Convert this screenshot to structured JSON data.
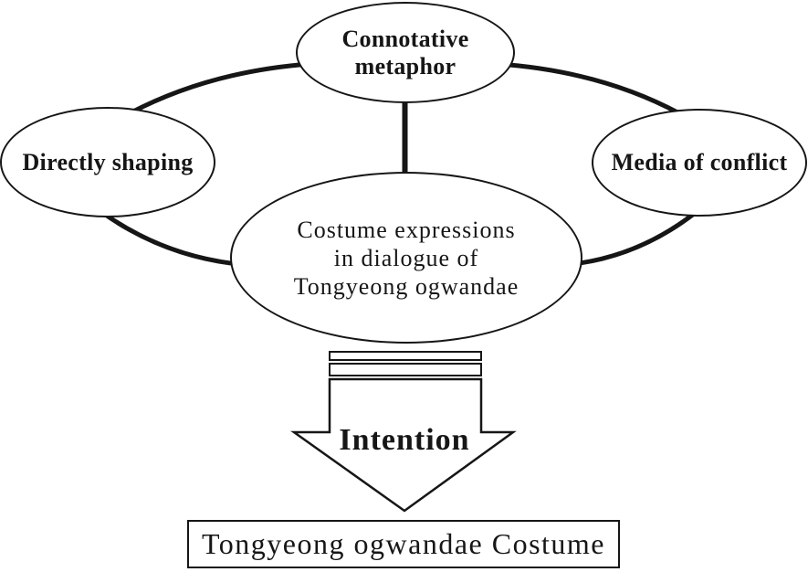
{
  "diagram": {
    "type": "concept-flow-diagram",
    "colors": {
      "ink": "#161616",
      "background": "#ffffff"
    },
    "nodes": {
      "connotative_metaphor": {
        "label": "Connotative metaphor",
        "lines": [
          "Connotative",
          "metaphor"
        ]
      },
      "directly_shaping": {
        "label": "Directly shaping"
      },
      "media_of_conflict": {
        "label": "Media of conflict"
      },
      "costume_expressions": {
        "label": "Costume expressions in dialogue of Tongyeong ogwandae",
        "lines": [
          "Costume expressions",
          "in dialogue of",
          "Tongyeong ogwandae"
        ]
      }
    },
    "connections": [
      "connotative_metaphor-directly_shaping",
      "connotative_metaphor-media_of_conflict",
      "connotative_metaphor-costume_expressions",
      "directly_shaping-costume_expressions",
      "media_of_conflict-costume_expressions"
    ],
    "arrow": {
      "label": "Intention"
    },
    "result_box": {
      "label": "Tongyeong ogwandae Costume"
    }
  }
}
